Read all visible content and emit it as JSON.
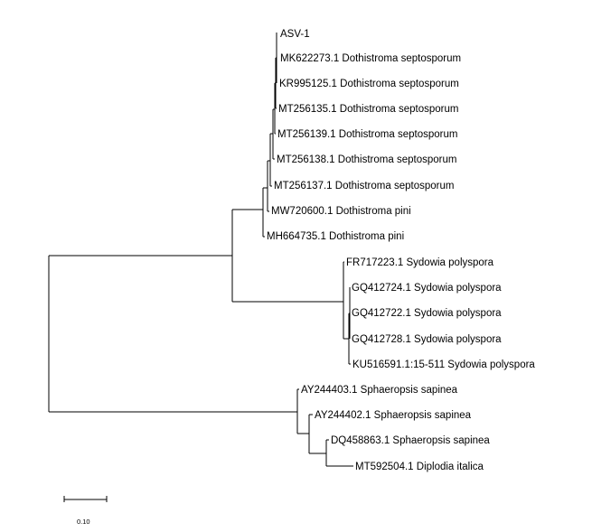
{
  "tree": {
    "taxa": [
      "ASV-1",
      "MK622273.1 Dothistroma septosporum",
      "KR995125.1 Dothistroma septosporum",
      "MT256135.1 Dothistroma septosporum",
      "MT256139.1 Dothistroma septosporum",
      "MT256138.1 Dothistroma septosporum",
      "MT256137.1 Dothistroma septosporum",
      "MW720600.1 Dothistroma pini",
      "MH664735.1 Dothistroma pini",
      "FR717223.1 Sydowia polyspora",
      "GQ412724.1 Sydowia polyspora",
      "GQ412722.1 Sydowia polyspora",
      "GQ412728.1 Sydowia polyspora",
      "KU516591.1:15-511 Sydowia polyspora",
      "AY244403.1 Sphaeropsis sapinea",
      "AY244402.1 Sphaeropsis sapinea",
      "DQ458863.1 Sphaeropsis sapinea",
      "MT592504.1 Diplodia italica"
    ],
    "scale_bar": {
      "label": "0.10"
    }
  }
}
